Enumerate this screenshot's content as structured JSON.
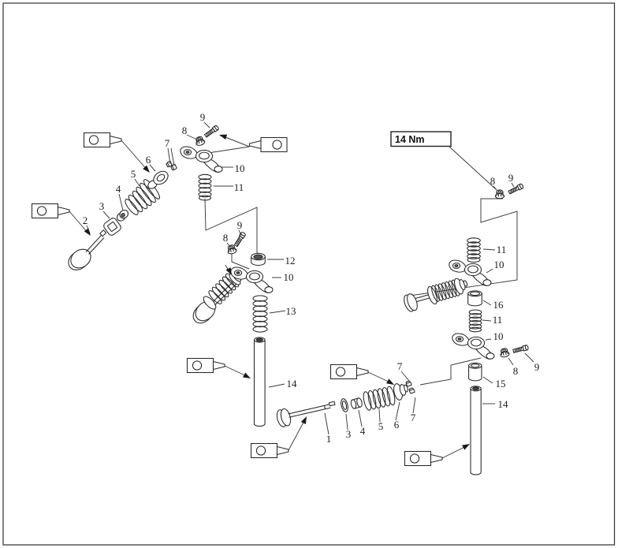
{
  "figure": {
    "type": "exploded-parts-diagram",
    "subject": "engine-valve-train",
    "torque_label": "14 Nm",
    "lubrication_marker_count": 7,
    "part_numbers_visible": [
      "1",
      "2",
      "3",
      "4",
      "5",
      "6",
      "7",
      "8",
      "9",
      "10",
      "11",
      "12",
      "13",
      "14",
      "15",
      "16"
    ],
    "callouts": [
      {
        "text": "9"
      },
      {
        "text": "8"
      },
      {
        "text": "7"
      },
      {
        "text": "6"
      },
      {
        "text": "5"
      },
      {
        "text": "4"
      },
      {
        "text": "3"
      },
      {
        "text": "2"
      },
      {
        "text": "10"
      },
      {
        "text": "11"
      },
      {
        "text": "12"
      },
      {
        "text": "13"
      },
      {
        "text": "9"
      },
      {
        "text": "8"
      },
      {
        "text": "10"
      },
      {
        "text": "14"
      },
      {
        "text": "8"
      },
      {
        "text": "9"
      },
      {
        "text": "11"
      },
      {
        "text": "10"
      },
      {
        "text": "16"
      },
      {
        "text": "11"
      },
      {
        "text": "10"
      },
      {
        "text": "8"
      },
      {
        "text": "9"
      },
      {
        "text": "15"
      },
      {
        "text": "14"
      },
      {
        "text": "1"
      },
      {
        "text": "3"
      },
      {
        "text": "4"
      },
      {
        "text": "5"
      },
      {
        "text": "6"
      },
      {
        "text": "7"
      },
      {
        "text": "7"
      }
    ]
  }
}
